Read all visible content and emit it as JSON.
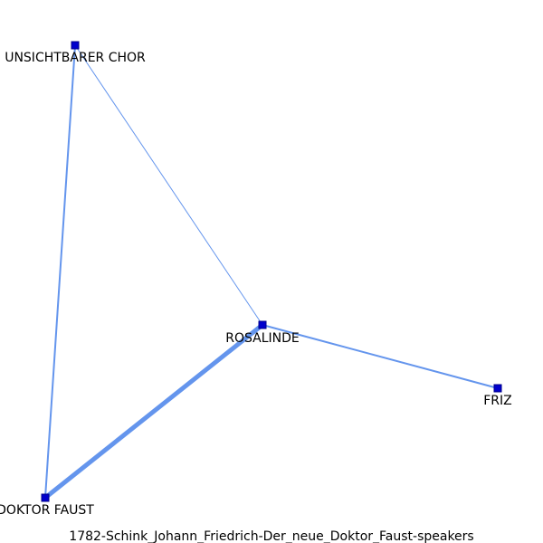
{
  "graph": {
    "caption": "1782-Schink_Johann_Friedrich-Der_neue_Doktor_Faust-speakers",
    "colors": {
      "edge": "#6495ed",
      "node_fill": "#0000cd",
      "node_stroke": "#00008b"
    },
    "nodes": [
      {
        "id": "chor",
        "label": "UNSICHTBARER CHOR"
      },
      {
        "id": "rosalinde",
        "label": "ROSALINDE"
      },
      {
        "id": "friz",
        "label": "FRIZ"
      },
      {
        "id": "faust",
        "label": "DOKTOR FAUST"
      }
    ],
    "edges": [
      {
        "source": "chor",
        "target": "faust",
        "weight": 2
      },
      {
        "source": "chor",
        "target": "rosalinde",
        "weight": 1
      },
      {
        "source": "rosalinde",
        "target": "friz",
        "weight": 2
      },
      {
        "source": "rosalinde",
        "target": "faust",
        "weight": 5
      }
    ]
  }
}
